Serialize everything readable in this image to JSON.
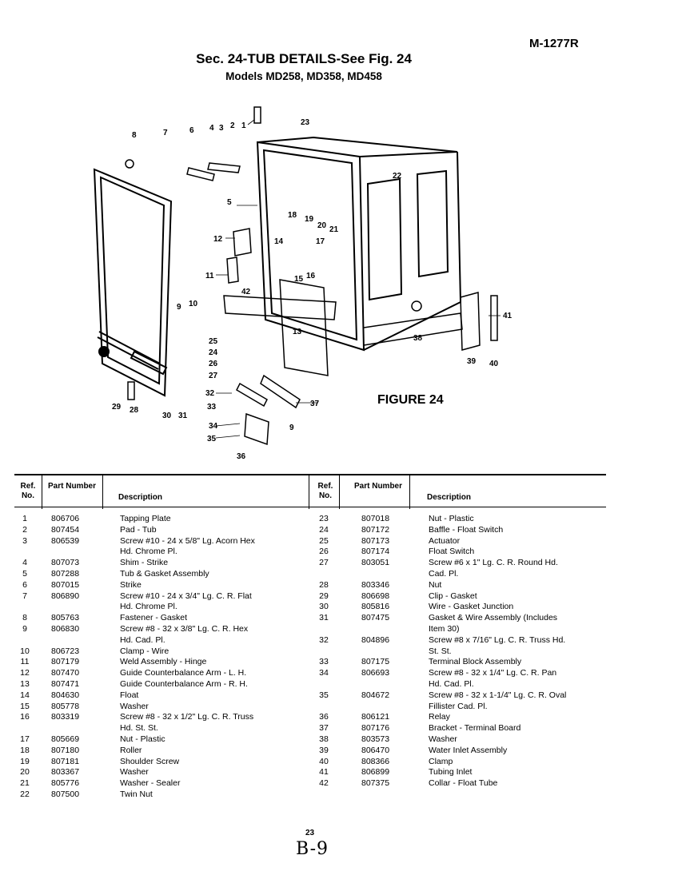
{
  "header": {
    "doc_code": "M-1277R",
    "section_title": "Sec. 24-TUB DETAILS-See Fig. 24",
    "models": "Models MD258, MD358, MD458"
  },
  "figure": {
    "label": "FIGURE 24",
    "callouts": [
      "1",
      "2",
      "3",
      "4",
      "5",
      "6",
      "7",
      "8",
      "9",
      "9",
      "10",
      "11",
      "12",
      "13",
      "14",
      "15",
      "16",
      "17",
      "18",
      "19",
      "20",
      "21",
      "22",
      "23",
      "24",
      "25",
      "26",
      "27",
      "28",
      "29",
      "30",
      "31",
      "32",
      "33",
      "34",
      "35",
      "36",
      "37",
      "38",
      "39",
      "40",
      "41",
      "42"
    ]
  },
  "table": {
    "headers": {
      "ref": "Ref. No.",
      "part": "Part Number",
      "desc": "Description"
    },
    "left": [
      {
        "ref": "1",
        "part": "806706",
        "desc": [
          "Tapping Plate"
        ]
      },
      {
        "ref": "2",
        "part": "807454",
        "desc": [
          "Pad - Tub"
        ]
      },
      {
        "ref": "3",
        "part": "806539",
        "desc": [
          "Screw #10 - 24 x 5/8\" Lg. Acorn Hex",
          "Hd. Chrome Pl."
        ]
      },
      {
        "ref": "4",
        "part": "807073",
        "desc": [
          "Shim - Strike"
        ]
      },
      {
        "ref": "5",
        "part": "807288",
        "desc": [
          "Tub & Gasket Assembly"
        ]
      },
      {
        "ref": "6",
        "part": "807015",
        "desc": [
          "Strike"
        ]
      },
      {
        "ref": "7",
        "part": "806890",
        "desc": [
          "Screw #10 - 24 x 3/4\" Lg. C. R. Flat",
          "Hd. Chrome Pl."
        ]
      },
      {
        "ref": "8",
        "part": "805763",
        "desc": [
          "Fastener - Gasket"
        ]
      },
      {
        "ref": "9",
        "part": "806830",
        "desc": [
          "Screw #8 - 32 x 3/8\" Lg. C. R. Hex",
          "Hd. Cad. Pl."
        ]
      },
      {
        "ref": "10",
        "part": "806723",
        "desc": [
          "Clamp - Wire"
        ]
      },
      {
        "ref": "11",
        "part": "807179",
        "desc": [
          "Weld Assembly - Hinge"
        ]
      },
      {
        "ref": "12",
        "part": "807470",
        "desc": [
          "Guide Counterbalance Arm - L. H."
        ]
      },
      {
        "ref": "13",
        "part": "807471",
        "desc": [
          "Guide Counterbalance Arm - R. H."
        ]
      },
      {
        "ref": "14",
        "part": "804630",
        "desc": [
          "Float"
        ]
      },
      {
        "ref": "15",
        "part": "805778",
        "desc": [
          "Washer"
        ]
      },
      {
        "ref": "16",
        "part": "803319",
        "desc": [
          "Screw #8 - 32 x 1/2\" Lg. C. R. Truss",
          "Hd. St. St."
        ]
      },
      {
        "ref": "17",
        "part": "805669",
        "desc": [
          "Nut - Plastic"
        ]
      },
      {
        "ref": "18",
        "part": "807180",
        "desc": [
          "Roller"
        ]
      },
      {
        "ref": "19",
        "part": "807181",
        "desc": [
          "Shoulder Screw"
        ]
      },
      {
        "ref": "20",
        "part": "803367",
        "desc": [
          "Washer"
        ]
      },
      {
        "ref": "21",
        "part": "805776",
        "desc": [
          "Washer - Sealer"
        ]
      },
      {
        "ref": "22",
        "part": "807500",
        "desc": [
          "Twin Nut"
        ]
      }
    ],
    "right": [
      {
        "ref": "23",
        "part": "807018",
        "desc": [
          "Nut - Plastic"
        ]
      },
      {
        "ref": "24",
        "part": "807172",
        "desc": [
          "Baffle - Float Switch"
        ]
      },
      {
        "ref": "25",
        "part": "807173",
        "desc": [
          "Actuator"
        ]
      },
      {
        "ref": "26",
        "part": "807174",
        "desc": [
          "Float Switch"
        ]
      },
      {
        "ref": "27",
        "part": "803051",
        "desc": [
          "Screw #6 x 1\" Lg. C. R. Round Hd.",
          "Cad. Pl."
        ]
      },
      {
        "ref": "28",
        "part": "803346",
        "desc": [
          "Nut"
        ]
      },
      {
        "ref": "29",
        "part": "806698",
        "desc": [
          "Clip - Gasket"
        ]
      },
      {
        "ref": "30",
        "part": "805816",
        "desc": [
          "Wire - Gasket Junction"
        ]
      },
      {
        "ref": "31",
        "part": "807475",
        "desc": [
          "Gasket & Wire Assembly (Includes",
          "Item 30)"
        ]
      },
      {
        "ref": "32",
        "part": "804896",
        "desc": [
          "Screw #8 x 7/16\" Lg. C. R. Truss Hd.",
          "St. St."
        ]
      },
      {
        "ref": "33",
        "part": "807175",
        "desc": [
          "Terminal Block Assembly"
        ]
      },
      {
        "ref": "34",
        "part": "806693",
        "desc": [
          "Screw #8 - 32 x 1/4\" Lg. C. R. Pan",
          "Hd. Cad. Pl."
        ]
      },
      {
        "ref": "35",
        "part": "804672",
        "desc": [
          "Screw #8 - 32 x 1-1/4\" Lg. C. R. Oval",
          "Fillister Cad. Pl."
        ]
      },
      {
        "ref": "36",
        "part": "806121",
        "desc": [
          "Relay"
        ]
      },
      {
        "ref": "37",
        "part": "807176",
        "desc": [
          "Bracket - Terminal Board"
        ]
      },
      {
        "ref": "38",
        "part": "803573",
        "desc": [
          "Washer"
        ]
      },
      {
        "ref": "39",
        "part": "806470",
        "desc": [
          "Water Inlet Assembly"
        ]
      },
      {
        "ref": "40",
        "part": "808366",
        "desc": [
          "Clamp"
        ]
      },
      {
        "ref": "41",
        "part": "806899",
        "desc": [
          "Tubing Inlet"
        ]
      },
      {
        "ref": "42",
        "part": "807375",
        "desc": [
          "Collar - Float Tube"
        ]
      }
    ]
  },
  "footer": {
    "page_number": "23",
    "handwritten_page": "B-9"
  }
}
